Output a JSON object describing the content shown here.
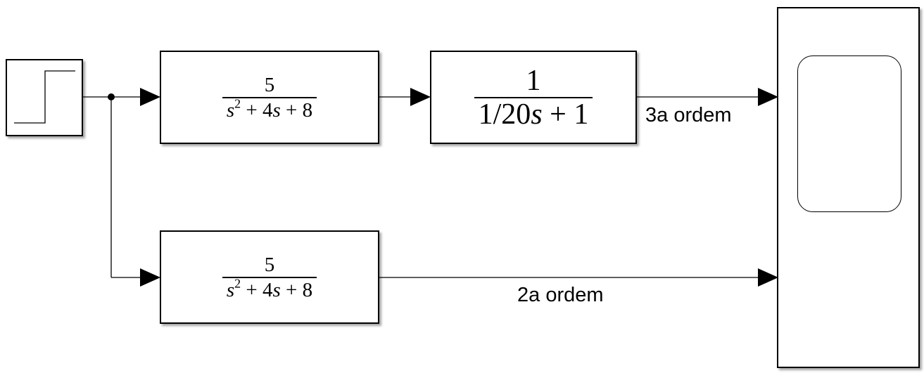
{
  "blocks": {
    "tf_upper": {
      "numerator": "5",
      "den_var": "s",
      "den_power": "2",
      "den_rest": " + 4",
      "den_var2": "s",
      "den_tail": " + 8"
    },
    "tf_pole": {
      "numerator": "1",
      "den_head": "1/20",
      "den_var": "s",
      "den_tail": " + 1"
    },
    "tf_lower": {
      "numerator": "5",
      "den_var": "s",
      "den_power": "2",
      "den_rest": " + 4",
      "den_var2": "s",
      "den_tail": " + 8"
    }
  },
  "signals": {
    "upper_label": "3a ordem",
    "lower_label": "2a ordem"
  }
}
